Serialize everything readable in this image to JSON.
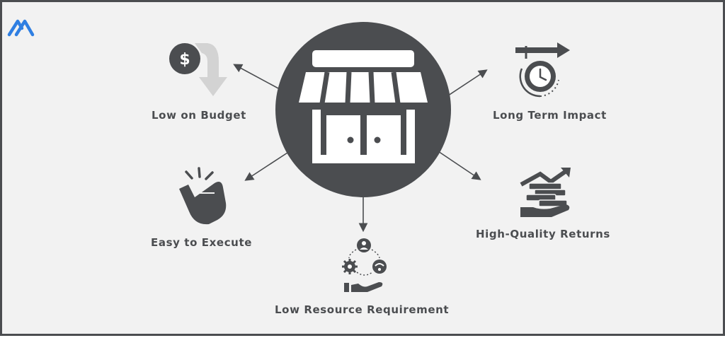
{
  "labels": {
    "low_on_budget": "Low on Budget",
    "long_term_impact": "Long Term Impact",
    "easy_to_execute": "Easy to Execute",
    "high_quality_returns": "High-Quality Returns",
    "low_resource_requirement": "Low Resource Requirement"
  },
  "icons": {
    "brand": "brand-logo-icon",
    "center": "storefront-icon",
    "budget": "dollar-down-arrow-icon",
    "impact": "clock-arrow-icon",
    "execute": "snap-hand-icon",
    "returns": "coins-growth-icon",
    "resources": "resource-cycle-icon"
  },
  "colors": {
    "primary": "#4b4d50",
    "accent_gray": "#d3d3d3",
    "brand_blue": "#2f7fe2",
    "background": "#f2f2f2"
  }
}
